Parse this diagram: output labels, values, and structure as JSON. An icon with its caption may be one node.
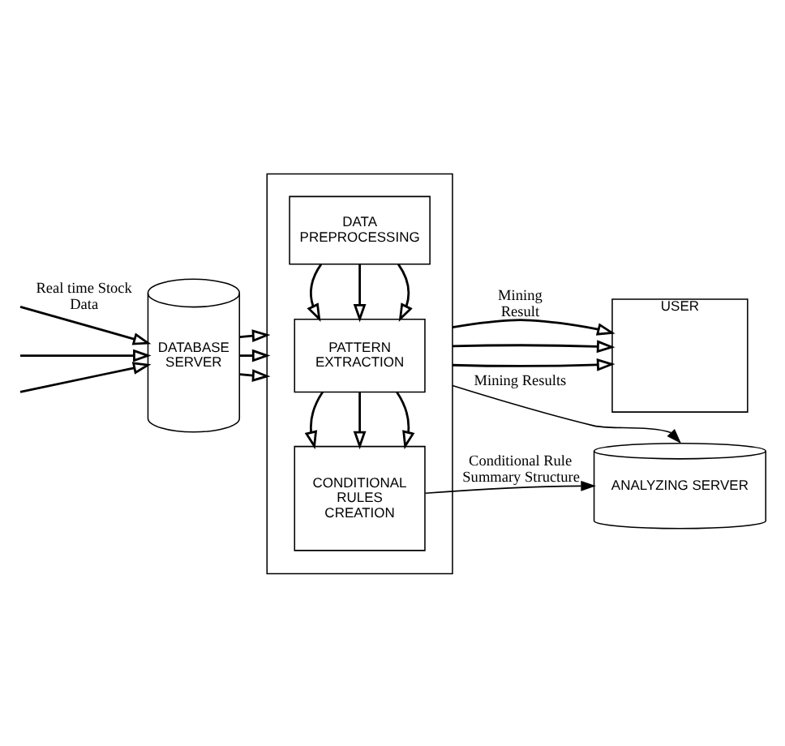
{
  "diagram": {
    "nodes": [
      {
        "text": [],
        "shape": "box"
      },
      {
        "text": [
          "DATA PREPROCESSING"
        ],
        "in": 0
      },
      {
        "text": [
          "PATTERN EXTRACTION"
        ],
        "in": 0
      },
      {
        "text": [
          "CONDITIONAL RULES CREATION"
        ],
        "in": 0
      },
      {
        "text": [
          "DATABASE SERVER"
        ]
      },
      {
        "text": [
          "USER"
        ]
      },
      {
        "text": [
          "ANALYZING SERVER"
        ]
      }
    ],
    "edges": [
      {
        "from": null,
        "to": 4,
        "arrow": "to",
        "label": "Real time Stock Data"
      },
      {
        "from": null,
        "to": 4,
        "arrow": "to"
      },
      {
        "from": null,
        "to": 4,
        "arrow": "to"
      },
      {
        "from": 4,
        "to": 0,
        "arrow": "to"
      },
      {
        "from": 4,
        "to": 0,
        "arrow": "to"
      },
      {
        "from": 4,
        "to": 0,
        "arrow": "to"
      },
      {
        "from": 1,
        "to": 2,
        "arrow": "to"
      },
      {
        "from": 1,
        "to": 2,
        "arrow": "to"
      },
      {
        "from": 1,
        "to": 2,
        "arrow": "to"
      },
      {
        "from": 2,
        "to": 3,
        "arrow": "to"
      },
      {
        "from": 2,
        "to": 3,
        "arrow": "to"
      },
      {
        "from": 2,
        "to": 3,
        "arrow": "to"
      },
      {
        "from": 0,
        "to": 5,
        "arrow": "to",
        "label": "Mining Result"
      },
      {
        "from": 0,
        "to": 5,
        "arrow": "to"
      },
      {
        "from": 0,
        "to": 5,
        "arrow": "to"
      },
      {
        "from": 0,
        "to": 6,
        "arrow": "to",
        "label": "Mining Results"
      },
      {
        "from": 3,
        "to": 6,
        "arrow": "to",
        "label": "Conditional Rule Summary Structure"
      }
    ]
  }
}
